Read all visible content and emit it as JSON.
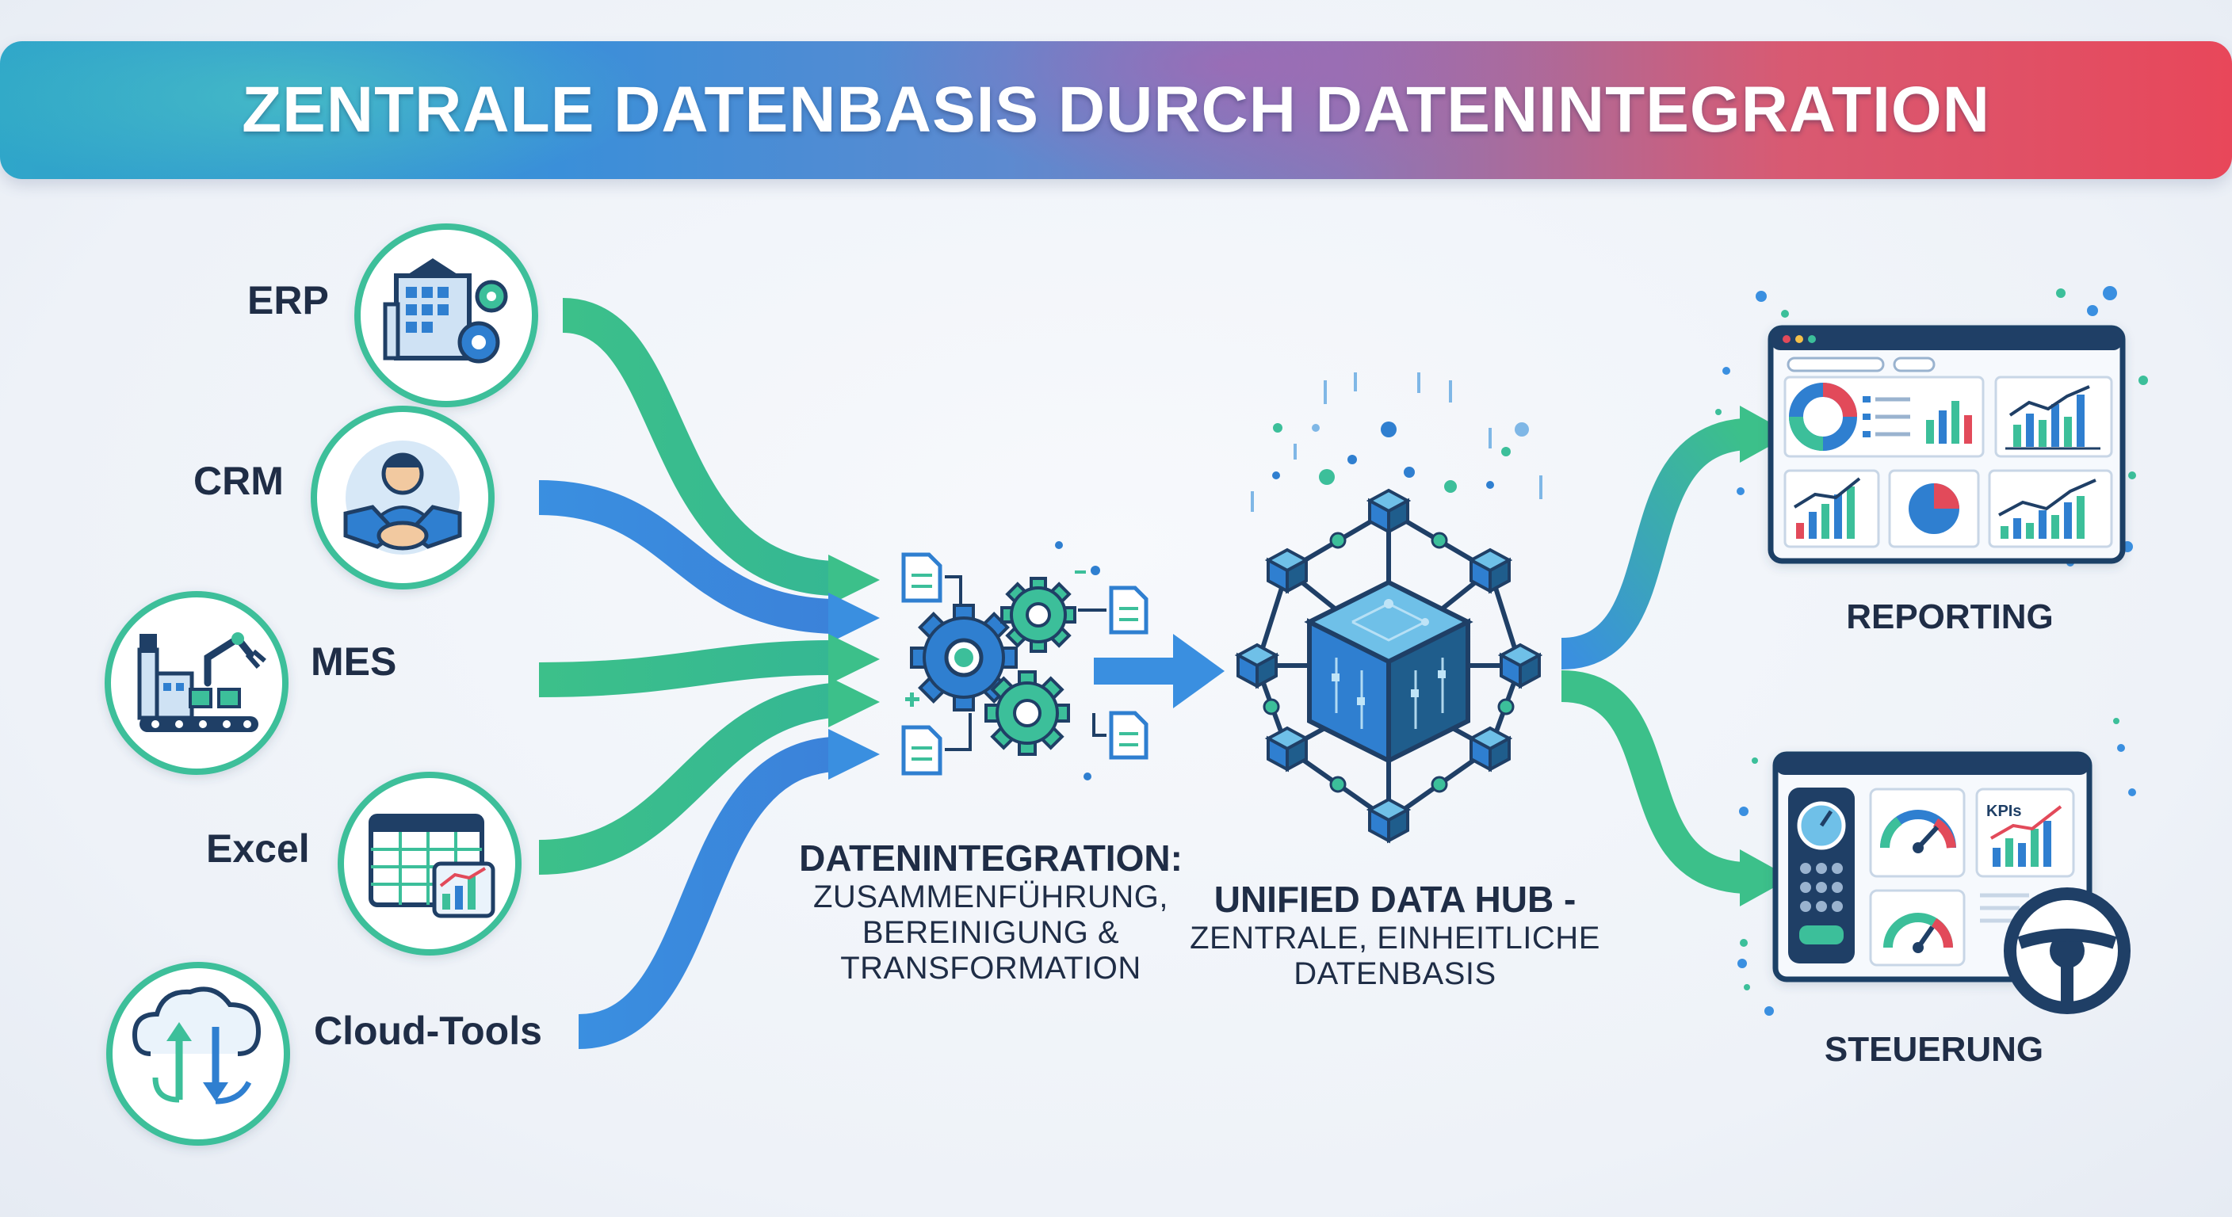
{
  "title": "ZENTRALE DATENBASIS DURCH DATENINTEGRATION",
  "sources": [
    {
      "label": "ERP",
      "icon": "building-gears-icon"
    },
    {
      "label": "CRM",
      "icon": "handshake-person-icon"
    },
    {
      "label": "MES",
      "icon": "factory-robot-icon"
    },
    {
      "label": "Excel",
      "icon": "spreadsheet-chart-icon"
    },
    {
      "label": "Cloud-Tools",
      "icon": "cloud-sync-icon"
    }
  ],
  "integration": {
    "title": "DATENINTEGRATION:",
    "line1": "ZUSAMMENFÜHRUNG,",
    "line2": "BEREINIGUNG &",
    "line3": "TRANSFORMATION",
    "icon": "gears-documents-icon"
  },
  "hub": {
    "title": "UNIFIED DATA HUB -",
    "line1": "ZENTRALE, EINHEITLICHE",
    "line2": "DATENBASIS",
    "icon": "data-cube-network-icon"
  },
  "outputs": [
    {
      "label": "REPORTING",
      "icon": "dashboard-charts-icon"
    },
    {
      "label": "STEUERUNG",
      "icon": "control-panel-steering-icon",
      "badge": "KPIs"
    }
  ],
  "colors": {
    "green": "#3cc08a",
    "blue": "#3a8fe0",
    "navy": "#1f3f66",
    "teal": "#2aa7a0",
    "red": "#e24a5a"
  }
}
